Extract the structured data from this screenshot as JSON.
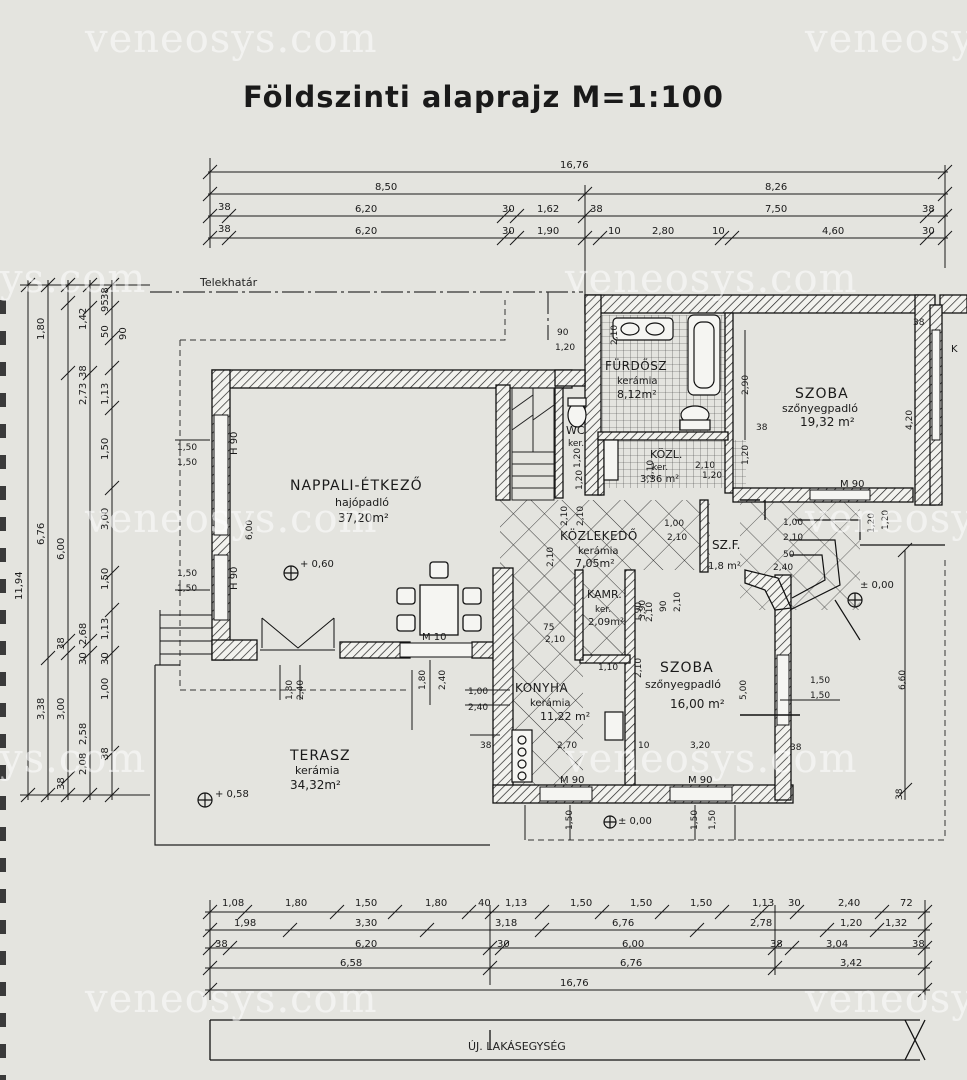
{
  "title": "Földszinti alaprajz  M=1:100",
  "watermark": "veneosys.com",
  "watermark_partial_left": "ys.com",
  "labels": {
    "telekhatar": "Telekhatár",
    "uj_lakasegyseg": "ÚJ. LAKÁSEGYSÉG",
    "k_fragment": "K"
  },
  "rooms": [
    {
      "id": "nappali",
      "name": "NAPPALI-ÉTKEZŐ",
      "floor": "hajópadló",
      "area": "37,20m²"
    },
    {
      "id": "furdo",
      "name": "FÜRDŐSZ",
      "floor": "kerámia",
      "area": "8,12m²"
    },
    {
      "id": "szoba1",
      "name": "SZOBA",
      "floor": "szőnyegpadló",
      "area": "19,32 m²"
    },
    {
      "id": "wc",
      "name": "WC",
      "floor": "ker.",
      "area": ""
    },
    {
      "id": "kozl",
      "name": "KÖZL.",
      "floor": "ker.",
      "area": "3,36 m²"
    },
    {
      "id": "kozlekedo",
      "name": "KÖZLEKEDŐ",
      "floor": "kerámia",
      "area": "7,05m²"
    },
    {
      "id": "szf",
      "name": "SZ.F.",
      "floor": "",
      "area": "1,8 m²"
    },
    {
      "id": "kamr",
      "name": "KAMR.",
      "floor": "ker.",
      "area": "2,09m²"
    },
    {
      "id": "szoba2",
      "name": "SZOBA",
      "floor": "szőnyegpadló",
      "area": "16,00 m²"
    },
    {
      "id": "konyha",
      "name": "KONYHA",
      "floor": "kerámia",
      "area": "11,22 m²"
    },
    {
      "id": "terasz",
      "name": "TERASZ",
      "floor": "kerámia",
      "area": "34,32m²"
    }
  ],
  "levels": {
    "l1": "+ 0,60",
    "l2": "+ 0,58",
    "l3": "± 0,00",
    "l4": "± 0,00"
  },
  "windows": {
    "m90": "M 90",
    "h90": "H 90",
    "m10": "M 10"
  },
  "dims_top": {
    "r1": [
      "16,76"
    ],
    "r2": [
      "8,50",
      "8,26"
    ],
    "r3": [
      "38",
      "6,20",
      "30",
      "1,62",
      "38",
      "7,50",
      "38"
    ],
    "r4": [
      "38",
      "6,20",
      "30",
      "1,90",
      "10",
      "2,80",
      "10",
      "4,60",
      "30"
    ]
  },
  "dims_bottom": {
    "r1": [
      "1,08",
      "1,80",
      "1,50",
      "1,80",
      "40",
      "1,13",
      "1,50",
      "1,50",
      "1,50",
      "1,13",
      "30",
      "2,40",
      "72"
    ],
    "r2": [
      "1,98",
      "3,30",
      "3,18",
      "6,76",
      "2,78",
      "1,20",
      "1,32"
    ],
    "r3": [
      "38",
      "6,20",
      "30",
      "6,00",
      "38",
      "3,04",
      "38"
    ],
    "r4": [
      "6,58",
      "6,76",
      "3,42"
    ],
    "r5": [
      "16,76"
    ]
  },
  "dims_left": {
    "c1": [
      "11,94"
    ],
    "c2": [
      "6,76",
      "3,38"
    ],
    "c3": [
      "1,80",
      "6,00",
      "38",
      "3,00",
      "38"
    ],
    "c4": [
      "1,42",
      "38",
      "2,73",
      "2,68",
      "30",
      "2,58",
      "2,08"
    ],
    "c5": [
      "38",
      "95",
      "50",
      "1,13",
      "1,50",
      "3,00",
      "1,50",
      "1,13",
      "1,00",
      "38"
    ],
    "c6": [
      "90",
      "30"
    ]
  },
  "dims_inner": [
    "90",
    "1,20",
    "1,50",
    "1,50",
    "1,50",
    "1,50",
    "6,00",
    "3,90",
    "1,80",
    "2,40",
    "1,80",
    "2,40",
    "1,00",
    "2,40",
    "1,20",
    "2,90",
    "4,20",
    "38",
    "2,10",
    "2,10",
    "1,20",
    "1,20",
    "1,00",
    "2,10",
    "1,00",
    "2,10",
    "50",
    "2,40",
    "1,20",
    "2,10",
    "2,10",
    "2,10",
    "75",
    "2,10",
    "90",
    "2,10",
    "1,90",
    "2,10",
    "1,10",
    "2,10",
    "2,70",
    "10",
    "3,20",
    "38",
    "5,00",
    "1,50",
    "1,50",
    "6,60",
    "38",
    "1,50",
    "1,50",
    "1,50",
    "38",
    "38",
    "2,10",
    "1,20",
    "1,20"
  ]
}
